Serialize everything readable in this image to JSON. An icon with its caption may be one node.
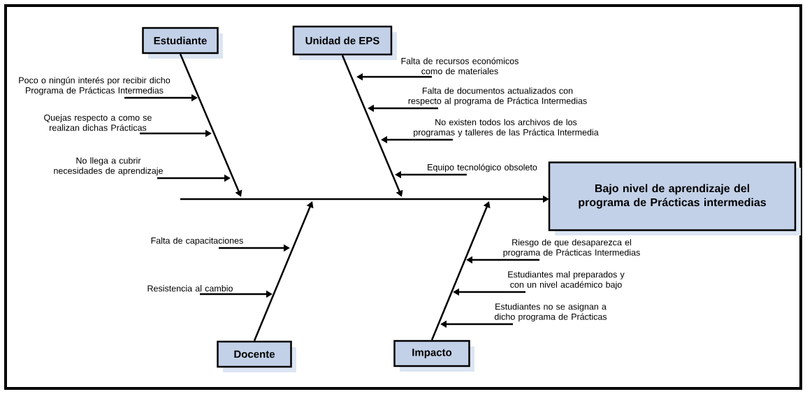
{
  "diagram": {
    "nodes": [
      {
        "text": [
          "Estudiante"
        ]
      },
      {
        "text": [
          "Unidad de EPS"
        ]
      },
      {
        "text": [
          "Bajo nivel de aprendizaje del programa de Prácticas intermedias"
        ]
      },
      {
        "text": [
          "Poco o ningún interés por recibir dicho Programa de Prácticas Intermedias"
        ]
      },
      {
        "text": [
          "Quejas respecto a como se realizan dichas Prácticas"
        ]
      },
      {
        "text": [
          "No llega a cubrir necesidades de aprendizaje"
        ]
      },
      {
        "text": [
          "Falta de recursos económicos como de materiales"
        ]
      },
      {
        "text": [
          "Falta de documentos actualizados con respecto al programa de Práctica Intermedias"
        ]
      },
      {
        "text": [
          "No existen todos los archivos de los programas y talleres de las Práctica Intermedia"
        ]
      },
      {
        "text": [
          "Equipo tecnológico obsoleto"
        ]
      },
      {
        "text": [
          "Docente"
        ]
      },
      {
        "text": [
          "Impacto"
        ]
      },
      {
        "text": [
          "Falta de capacitaciones"
        ]
      },
      {
        "text": [
          "Resistencia al cambio"
        ]
      },
      {
        "text": [
          "Riesgo de que desaparezca el programa de Prácticas Intermedias"
        ]
      },
      {
        "text": [
          "Estudiantes mal preparados y con un nivel académico bajo"
        ]
      },
      {
        "text": [
          "Estudiantes no se asignan a dicho programa de Prácticas"
        ]
      }
    ],
    "edges": [
      {
        "from": null,
        "to": 2,
        "arrow": "to"
      },
      {
        "from": 0,
        "to": null,
        "arrow": "to"
      },
      {
        "from": 1,
        "to": null,
        "arrow": "to"
      },
      {
        "from": 10,
        "to": null,
        "arrow": "to"
      },
      {
        "from": 11,
        "to": null,
        "arrow": "to"
      },
      {
        "from": 3,
        "to": null,
        "arrow": "to"
      },
      {
        "from": 4,
        "to": null,
        "arrow": "to"
      },
      {
        "from": 5,
        "to": null,
        "arrow": "to"
      },
      {
        "from": 6,
        "to": null,
        "arrow": "to"
      },
      {
        "from": 7,
        "to": null,
        "arrow": "to"
      },
      {
        "from": 8,
        "to": null,
        "arrow": "to"
      },
      {
        "from": 9,
        "to": null,
        "arrow": "to"
      },
      {
        "from": 12,
        "to": null,
        "arrow": "to"
      },
      {
        "from": 13,
        "to": null,
        "arrow": "to"
      },
      {
        "from": 14,
        "to": null,
        "arrow": "to"
      },
      {
        "from": 15,
        "to": null,
        "arrow": "to"
      },
      {
        "from": 16,
        "to": null,
        "arrow": "to"
      }
    ]
  }
}
